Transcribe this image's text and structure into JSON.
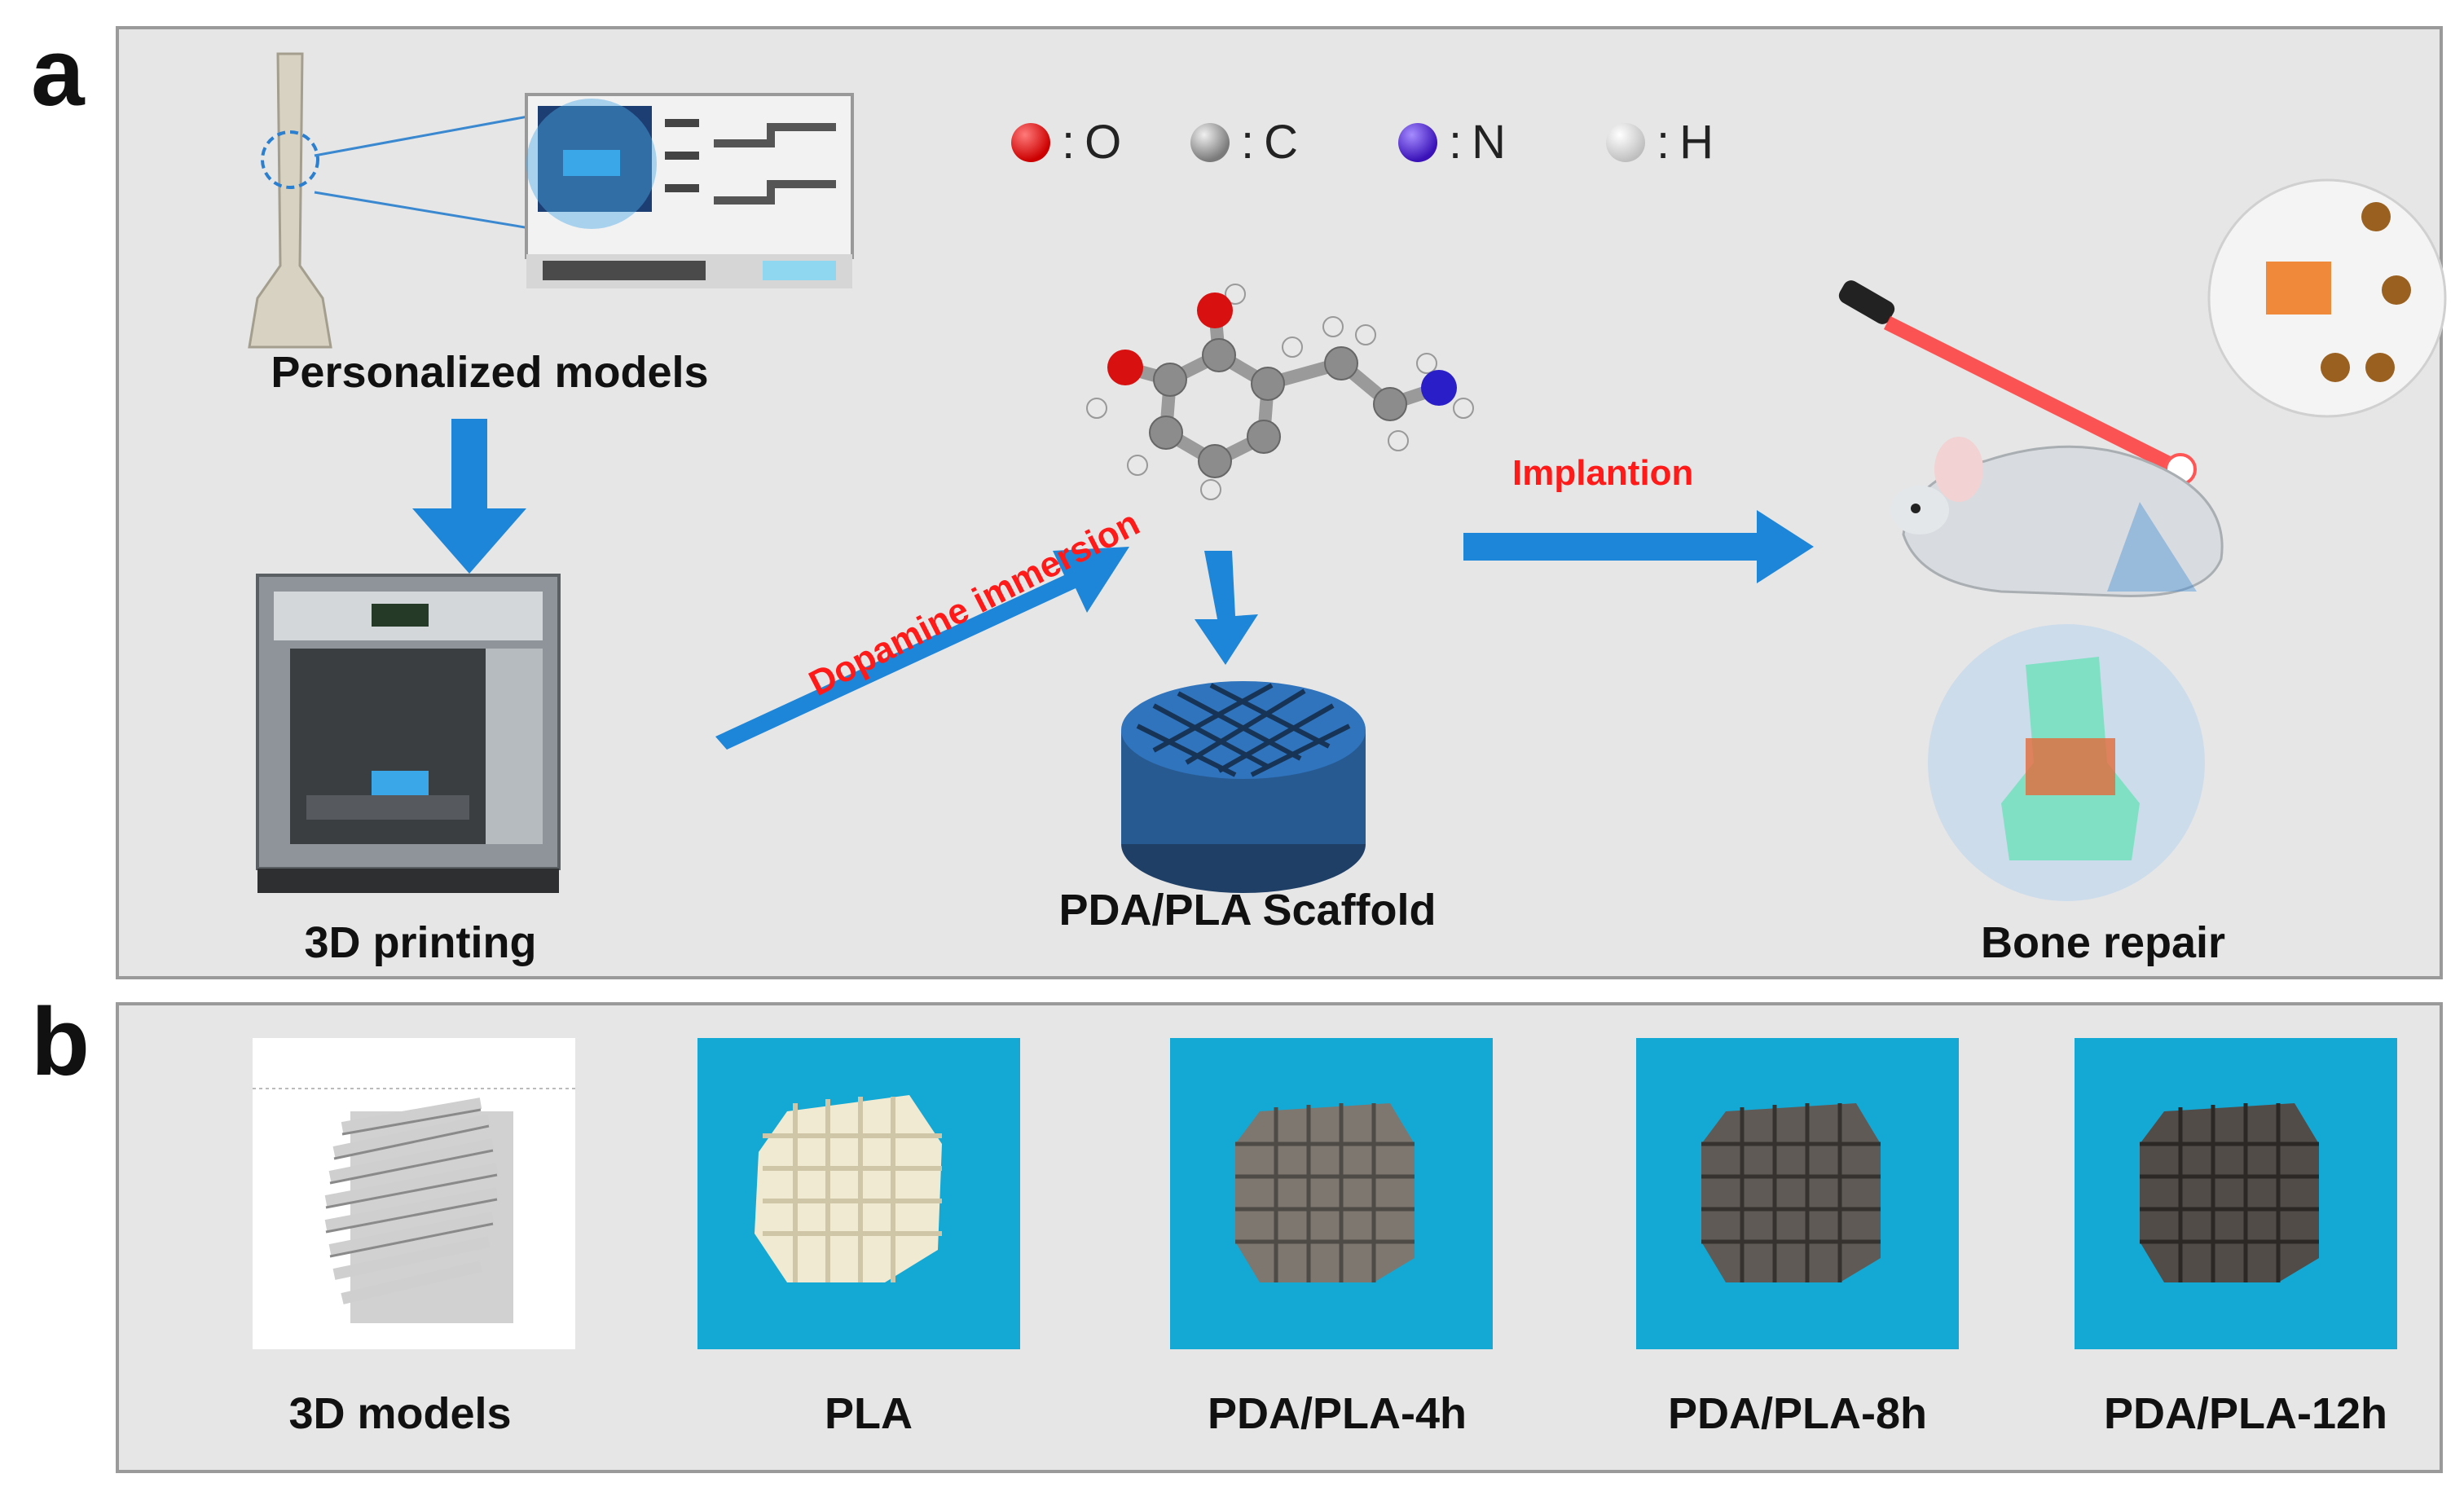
{
  "panel_a": {
    "letter": "a",
    "legend": [
      {
        "symbol": ":",
        "element": "O",
        "color": "#e01010"
      },
      {
        "symbol": ":",
        "element": "C",
        "color": "#9a9a9a"
      },
      {
        "symbol": ":",
        "element": "N",
        "color": "#5a2ad6"
      },
      {
        "symbol": ":",
        "element": "H",
        "color": "#f4f4f4"
      }
    ],
    "labels": {
      "personalized": "Personalized models",
      "printing": "3D printing",
      "scaffold": "PDA/PLA Scaffold",
      "bone": "Bone repair"
    },
    "arrows": {
      "dopamine": "Dopamine immersion",
      "implantion": "Implantion"
    }
  },
  "panel_b": {
    "letter": "b",
    "items": [
      {
        "label": "3D models"
      },
      {
        "label": "PLA"
      },
      {
        "label": "PDA/PLA-4h"
      },
      {
        "label": "PDA/PLA-8h"
      },
      {
        "label": "PDA/PLA-12h"
      }
    ]
  },
  "colors": {
    "arrow_blue": "#1e86d8",
    "accent_red": "#ff1a1a",
    "scaffold_blue": "#2a6fb0",
    "photo_bg": "#14a9d4"
  }
}
